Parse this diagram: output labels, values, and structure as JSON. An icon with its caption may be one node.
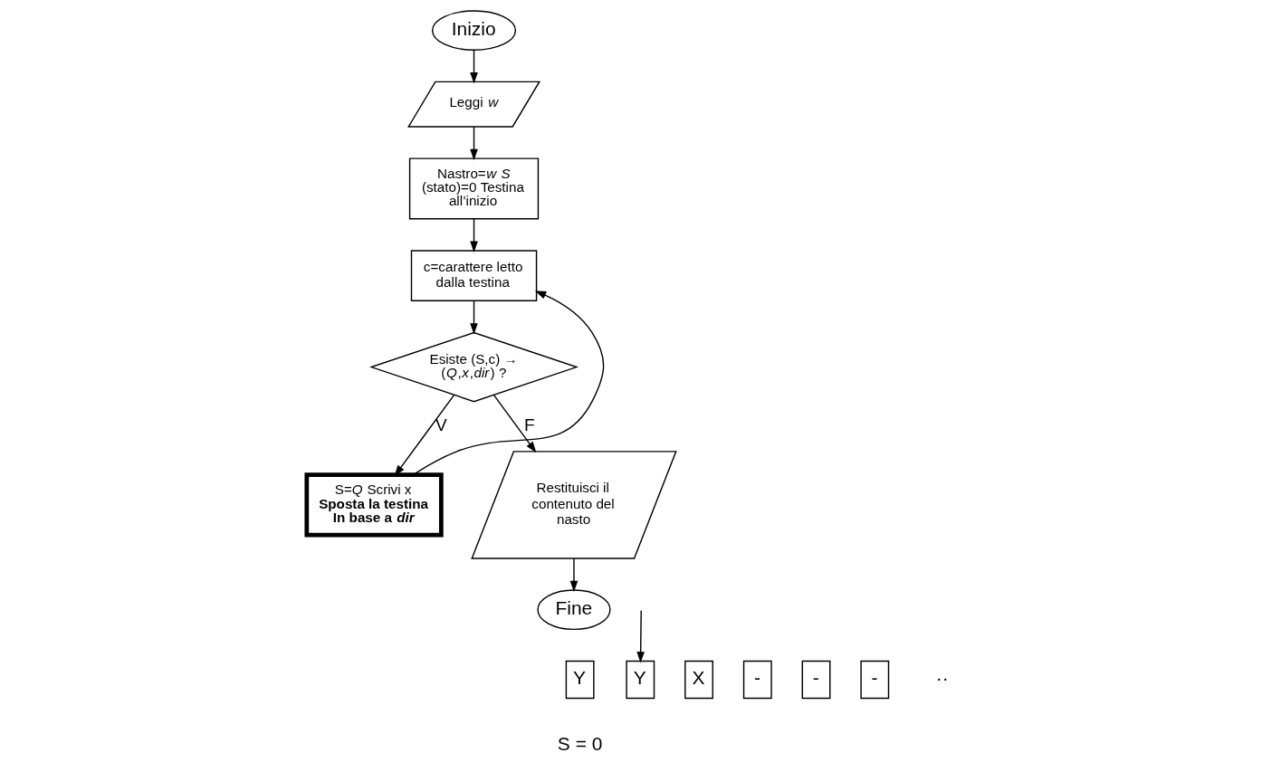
{
  "diagram": {
    "nodes": [
      {
        "text": [
          "Inizio"
        ]
      },
      {
        "text": [
          "Leggi *w*"
        ]
      },
      {
        "text": [
          "Nastro=*w* *S* (stato)=0 Testina all’inizio"
        ]
      },
      {
        "text": [
          "c=carattere letto dalla testina"
        ]
      },
      {
        "text": [
          "Esiste (S,c) → (*Q*,*x*,*dir*) ?"
        ]
      },
      {
        "text": [
          "S=*Q* Scrivi x",
          "Sposta la testina In base a *dir*"
        ]
      },
      {
        "text": [
          "Restituisci il contenuto del nasto"
        ]
      },
      {
        "text": [
          "Fine"
        ]
      },
      {
        "text": [
          "Y"
        ]
      },
      {
        "text": [
          "Y"
        ]
      },
      {
        "text": [
          "X"
        ]
      },
      {
        "text": [
          "-"
        ]
      },
      {
        "text": [
          "-"
        ]
      },
      {
        "text": [
          "-"
        ]
      }
    ],
    "edges": [
      {
        "from": 0,
        "to": 1,
        "arrow": "to"
      },
      {
        "from": 1,
        "to": 2,
        "arrow": "to"
      },
      {
        "from": 2,
        "to": 3,
        "arrow": "to"
      },
      {
        "from": 3,
        "to": 4,
        "arrow": "to"
      },
      {
        "from": 4,
        "to": 5,
        "arrow": "to",
        "label": "V"
      },
      {
        "from": 4,
        "to": 6,
        "arrow": "to",
        "label": "F"
      },
      {
        "from": 6,
        "to": 7,
        "arrow": "to"
      },
      {
        "from": 5,
        "to": 3,
        "arrow": "to"
      },
      {
        "from": null,
        "to": 9,
        "arrow": "to"
      }
    ],
    "labels": [
      "··",
      "S = 0"
    ]
  }
}
